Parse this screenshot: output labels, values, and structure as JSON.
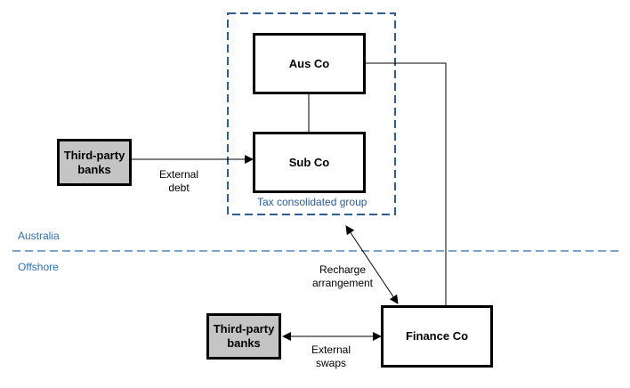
{
  "diagram": {
    "entities": {
      "aus_co": "Aus Co",
      "sub_co": "Sub Co",
      "finance_co": "Finance Co",
      "banks_top": "Third-party banks",
      "banks_bottom": "Third-party banks"
    },
    "group_label": "Tax consolidated group",
    "regions": {
      "top": "Australia",
      "bottom": "Offshore"
    },
    "edge_labels": {
      "external_debt_line1": "External",
      "external_debt_line2": "debt",
      "recharge_line1": "Recharge",
      "recharge_line2": "arrangement",
      "external_swaps_line1": "External",
      "external_swaps_line2": "swaps"
    },
    "colors": {
      "group_border": "#2e5d94",
      "region_divider": "#2f6fb0",
      "bank_fill": "#c0c0c0"
    }
  }
}
